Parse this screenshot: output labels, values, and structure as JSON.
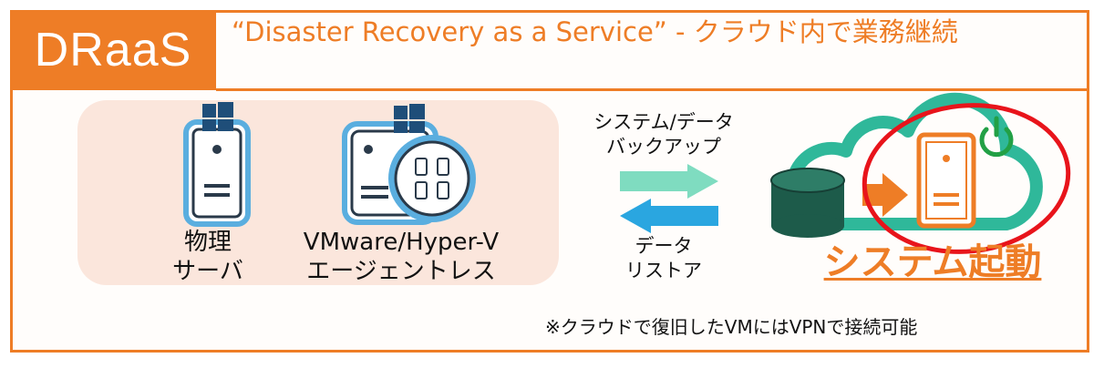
{
  "title": "DRaaS",
  "subtitle": "“Disaster Recovery as a Service” - クラウド内で業務継続",
  "sources": {
    "physical": {
      "line1": "物理",
      "line2": "サーバ"
    },
    "virtual": {
      "line1": "VMware/Hyper-V",
      "line2": "エージェントレス"
    }
  },
  "backup_label": {
    "line1": "システム/データ",
    "line2": "バックアップ"
  },
  "restore_label": {
    "line1": "データ",
    "line2": "リストア"
  },
  "launch_label": "システム起動",
  "note": "※クラウドで復旧したVMにはVPNで接続可能",
  "colors": {
    "accent": "#ee7d26",
    "panel": "#fbe6dc",
    "server_outline": "#5aaedf",
    "backup_arrow": "#7fdcc0",
    "restore_arrow": "#2aa6e0",
    "cloud": "#2fb89a",
    "power": "#22a045",
    "highlight_circle": "#e8141b",
    "database": "#1d5b4a"
  }
}
